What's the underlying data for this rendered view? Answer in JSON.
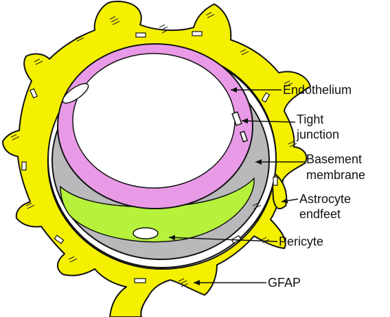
{
  "labels": {
    "endothelium": "Endothelium",
    "tight_junction_line1": "Tight",
    "tight_junction_line2": "junction",
    "basement_line1": "Basement",
    "basement_line2": "membrane",
    "astrocyte_line1": "Astrocyte",
    "astrocyte_line2": "endfeet",
    "pericyte": "Pericyte",
    "gfap": "GFAP"
  },
  "colors": {
    "astrocyte_yellow": "#F5F000",
    "endothelium_pink": "#E99AE6",
    "basement_gray": "#B9B9BB",
    "pericyte_green": "#B6F23C",
    "outline": "#111111",
    "lumen": "#FFFFFF"
  }
}
